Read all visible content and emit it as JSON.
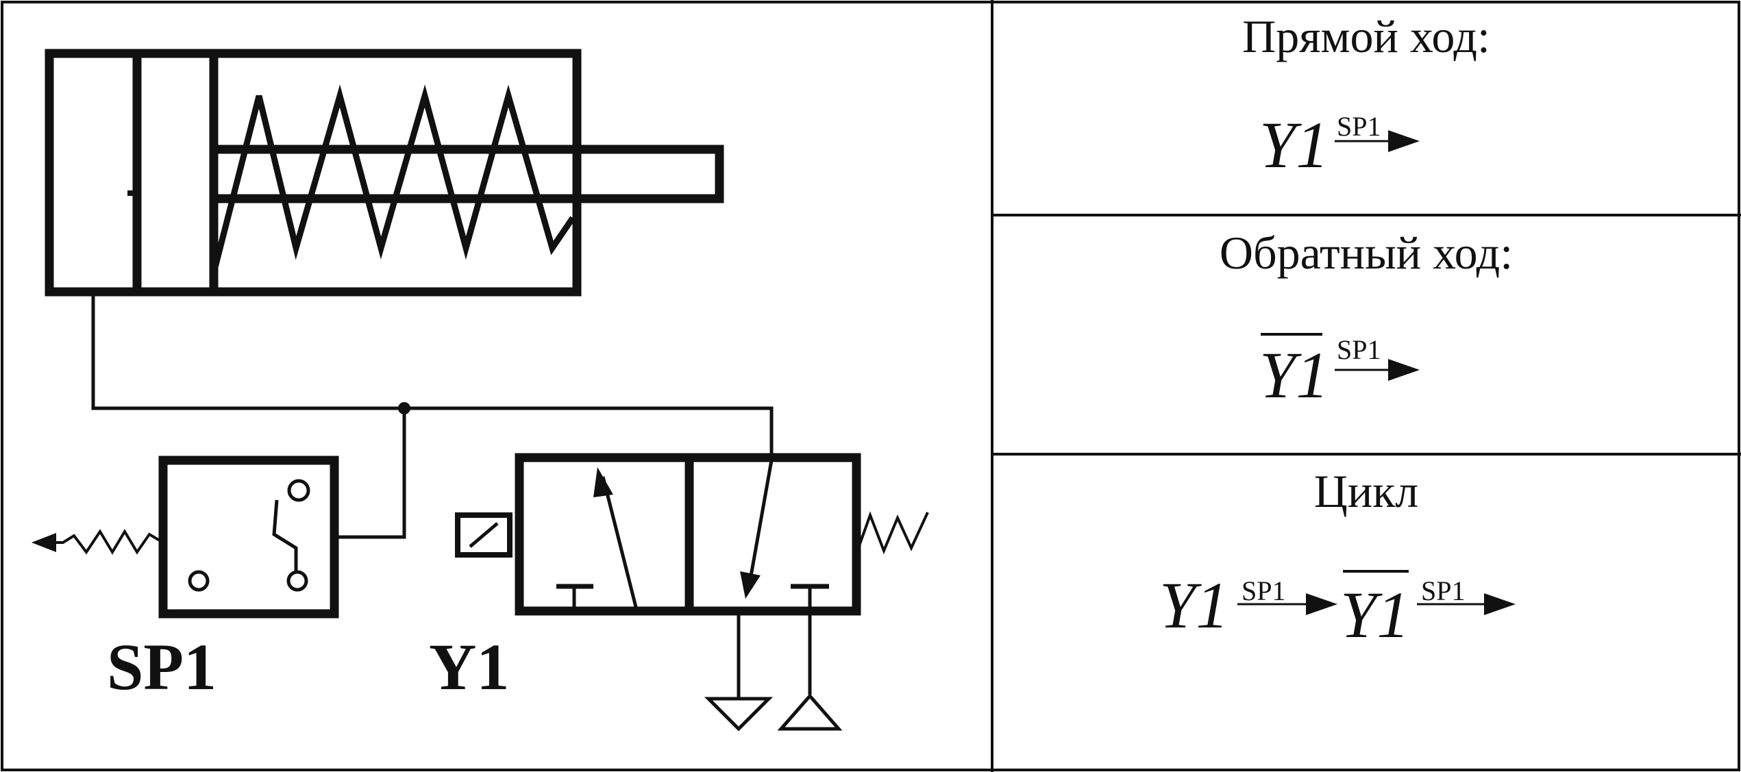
{
  "diagram": {
    "labels": {
      "sensor": "SP1",
      "valve": "Y1"
    }
  },
  "table": {
    "rows": [
      {
        "heading": "Прямой ход:",
        "terms": [
          {
            "sym": "Y1",
            "inverted": false,
            "trigger": "SP1"
          }
        ]
      },
      {
        "heading": "Обратный ход:",
        "terms": [
          {
            "sym": "Y1",
            "inverted": true,
            "trigger": "SP1"
          }
        ]
      },
      {
        "heading": "Цикл",
        "terms": [
          {
            "sym": "Y1",
            "inverted": false,
            "trigger": "SP1"
          },
          {
            "sym": "Y1",
            "inverted": true,
            "trigger": "SP1"
          }
        ]
      }
    ]
  }
}
